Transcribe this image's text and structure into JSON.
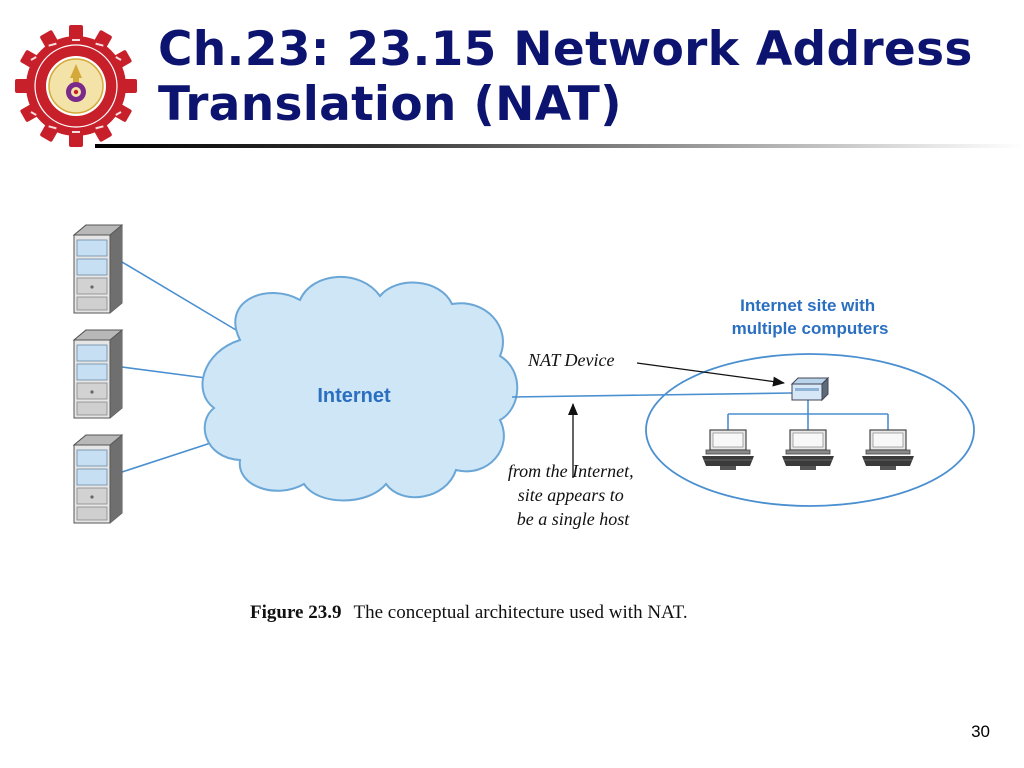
{
  "slide": {
    "title": "Ch.23: 23.15 Network Address\nTranslation (NAT)",
    "page_number": "30"
  },
  "diagram": {
    "cloud_label": "Internet",
    "site_label_lines": [
      "Internet site with",
      "multiple computers"
    ],
    "nat_device_label": "NAT Device",
    "note_lines": [
      "from the Internet,",
      "site appears to",
      "be a single host"
    ],
    "colors": {
      "title": "#0c1470",
      "cloud_fill": "#cfe6f7",
      "cloud_stroke": "#6aa6d6",
      "link_line": "#4a8fd0",
      "site_label": "#2a6fc0",
      "logo_red": "#c8202a"
    },
    "icons": [
      "server-icon",
      "cloud-icon",
      "router-icon",
      "workstation-icon",
      "logo-gear-icon"
    ]
  },
  "caption": {
    "figure_number": "Figure 23.9",
    "text": "The conceptual architecture used with NAT."
  }
}
